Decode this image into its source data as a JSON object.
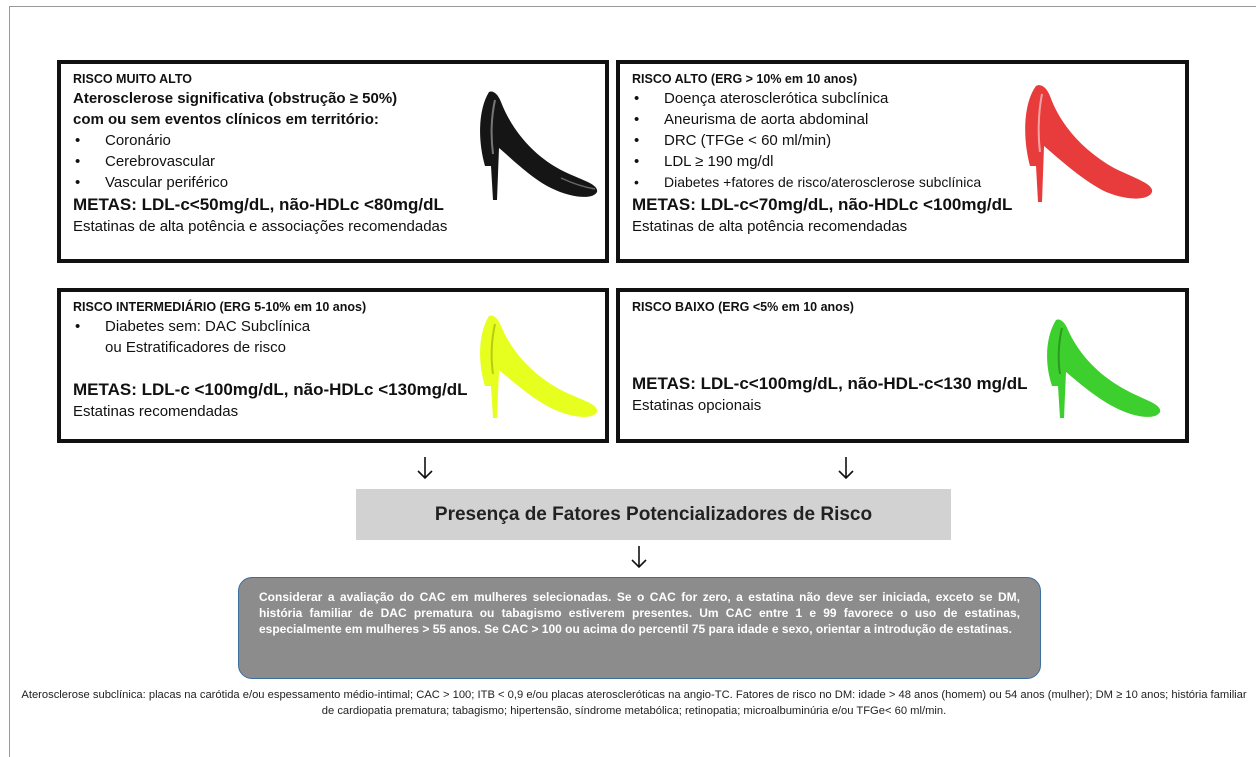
{
  "boxes": {
    "muito_alto": {
      "title": "RISCO MUITO ALTO",
      "subtitle_line1": "Aterosclerose significativa (obstrução ≥ 50%)",
      "subtitle_line2": "com ou sem eventos clínicos em território:",
      "bullets": [
        "Coronário",
        "Cerebrovascular",
        "Vascular periférico"
      ],
      "metas": "METAS: LDL-c<50mg/dL, não-HDLc <80mg/dL",
      "note": "Estatinas de alta potência e associações recomendadas",
      "shoe_color": "#151515"
    },
    "alto": {
      "title": "RISCO ALTO (ERG > 10% em 10 anos)",
      "bullets": [
        "Doença aterosclerótica subclínica",
        "Aneurisma de aorta abdominal",
        "DRC (TFGe < 60 ml/min)",
        "LDL ≥ 190 mg/dl",
        "Diabetes +fatores de risco/aterosclerose subclínica"
      ],
      "metas": "METAS: LDL-c<70mg/dL, não-HDLc <100mg/dL",
      "note": "Estatinas de alta potência recomendadas",
      "shoe_color": "#e83b3b"
    },
    "intermediario": {
      "title": "RISCO INTERMEDIÁRIO (ERG 5-10% em 10 anos)",
      "bullet": "Diabetes sem: DAC Subclínica",
      "bullet_cont": "ou  Estratificadores de risco",
      "metas": "METAS: LDL-c <100mg/dL, não-HDLc <130mg/dL",
      "note": "Estatinas recomendadas",
      "shoe_color": "#e6ff1f"
    },
    "baixo": {
      "title": "RISCO BAIXO (ERG <5% em 10 anos)",
      "metas": "METAS: LDL-c<100mg/dL, não-HDL-c<130 mg/dL",
      "note": "Estatinas opcionais",
      "shoe_color": "#3ccf2e"
    }
  },
  "potencializadores": "Presença de Fatores Potencializadores de Risco",
  "cac_text": "Considerar a avaliação do CAC em mulheres selecionadas. Se o CAC for zero, a estatina não deve ser iniciada, exceto se DM, história familiar de DAC prematura ou tabagismo estiverem presentes. Um CAC entre 1 e 99 favorece o uso de estatinas, especialmente em mulheres > 55 anos. Se CAC > 100 ou acima do percentil 75 para idade e sexo, orientar a introdução de estatinas.",
  "footnote": "Aterosclerose subclínica: placas na carótida e/ou espessamento médio-intimal; CAC > 100; ITB < 0,9 e/ou placas ateroscleróticas na angio-TC. Fatores de risco no DM: idade > 48 anos (homem) ou 54 anos (mulher); DM ≥ 10 anos; história familiar de cardiopatia prematura; tabagismo; hipertensão, síndrome metabólica; retinopatia; microalbuminúria e/ou TFGe< 60 ml/min."
}
